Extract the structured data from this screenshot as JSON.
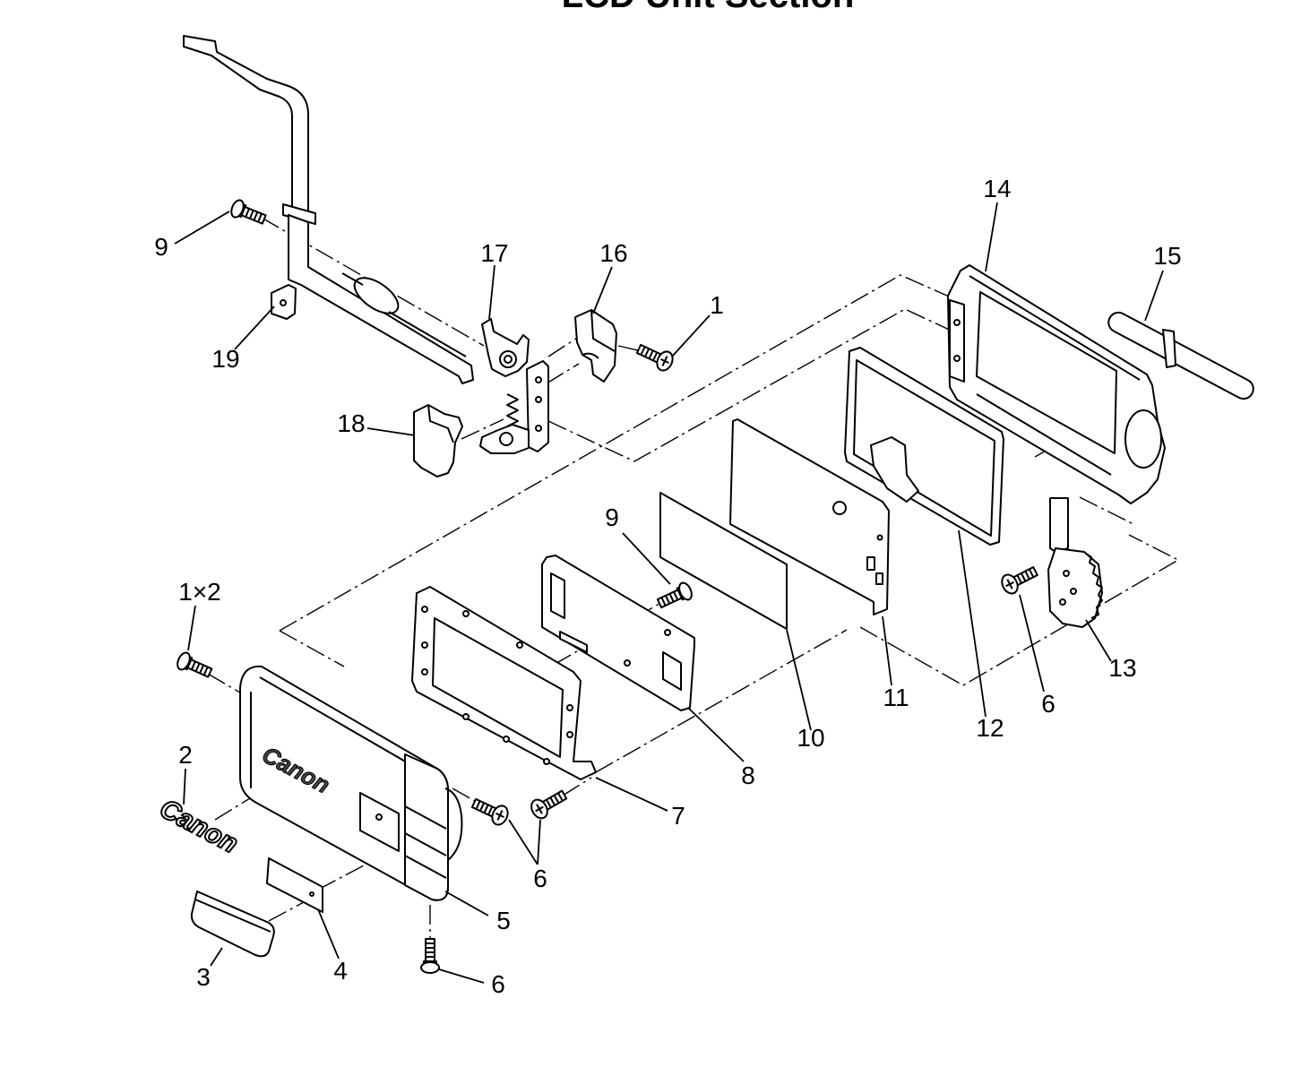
{
  "title": "LCD Unit Section",
  "logo_text": "Canon",
  "callouts": [
    "9",
    "17",
    "16",
    "1",
    "14",
    "15",
    "19",
    "18",
    "9",
    "1×2",
    "13",
    "6",
    "11",
    "12",
    "10",
    "8",
    "2",
    "7",
    "6",
    "5",
    "4",
    "3",
    "6"
  ]
}
